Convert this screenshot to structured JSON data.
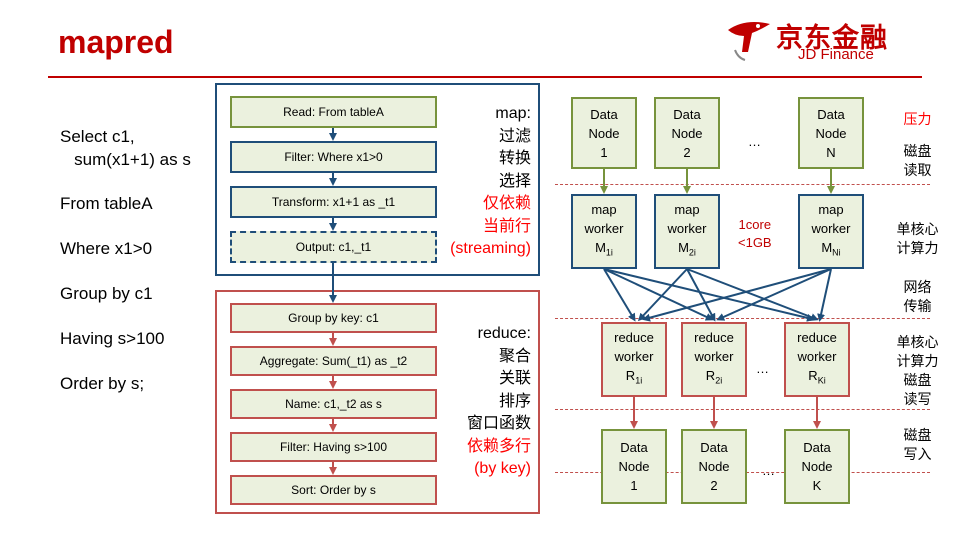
{
  "title": "mapred",
  "logo": {
    "cn": "京东金融",
    "en": "JD Finance"
  },
  "sql": [
    "Select c1,",
    "   sum(x1+1) as s",
    "From tableA",
    "Where x1>0",
    "Group by c1",
    "Having s>100",
    "Order by s;"
  ],
  "map_steps": [
    "Read: From tableA",
    "Filter: Where x1>0",
    "Transform: x1+1 as _t1",
    "Output:  c1,_t1"
  ],
  "map_label": {
    "head": "map:",
    "items": [
      "过滤",
      "转换",
      "选择"
    ],
    "red": [
      "仅依赖",
      "当前行",
      "(streaming)"
    ]
  },
  "reduce_steps": [
    "Group by key: c1",
    "Aggregate: Sum(_t1) as _t2",
    "Name: c1,_t2 as s",
    "Filter: Having s>100",
    "Sort:  Order by s"
  ],
  "reduce_label": {
    "head": "reduce:",
    "items": [
      "聚合",
      "关联",
      "排序",
      "窗口函数"
    ],
    "red": [
      "依赖多行",
      "(by key)"
    ]
  },
  "data_nodes_top": [
    {
      "l1": "Data",
      "l2": "Node",
      "l3": "1"
    },
    {
      "l1": "Data",
      "l2": "Node",
      "l3": "2"
    },
    {
      "l1": "Data",
      "l2": "Node",
      "l3": "N"
    }
  ],
  "map_workers": [
    {
      "l1": "map",
      "l2": "worker",
      "m": "M",
      "sub": "1i"
    },
    {
      "l1": "map",
      "l2": "worker",
      "m": "M",
      "sub": "2i"
    },
    {
      "l1": "map",
      "l2": "worker",
      "m": "M",
      "sub": "Ni"
    }
  ],
  "reduce_workers": [
    {
      "l1": "reduce",
      "l2": "worker",
      "m": "R",
      "sub": "1i"
    },
    {
      "l1": "reduce",
      "l2": "worker",
      "m": "R",
      "sub": "2i"
    },
    {
      "l1": "reduce",
      "l2": "worker",
      "m": "R",
      "sub": "Ki"
    }
  ],
  "data_nodes_bottom": [
    {
      "l1": "Data",
      "l2": "Node",
      "l3": "1"
    },
    {
      "l1": "Data",
      "l2": "Node",
      "l3": "2"
    },
    {
      "l1": "Data",
      "l2": "Node",
      "l3": "K"
    }
  ],
  "ellipsis": "…",
  "resource": {
    "core": "1core",
    "mem": "<1GB"
  },
  "right_labels": {
    "pressure": "压力",
    "disk_read": "磁盘\n读取",
    "single_compute": "单核心\n计算力",
    "network": "网络\n传输",
    "compute_disk": "单核心\n计算力\n磁盘\n读写",
    "disk_write": "磁盘\n写入"
  },
  "colors": {
    "red": "#c00000",
    "blue": "#1f4e79",
    "green": "#77933c",
    "fill": "#ebf1de",
    "reduce_red": "#c0504d"
  }
}
